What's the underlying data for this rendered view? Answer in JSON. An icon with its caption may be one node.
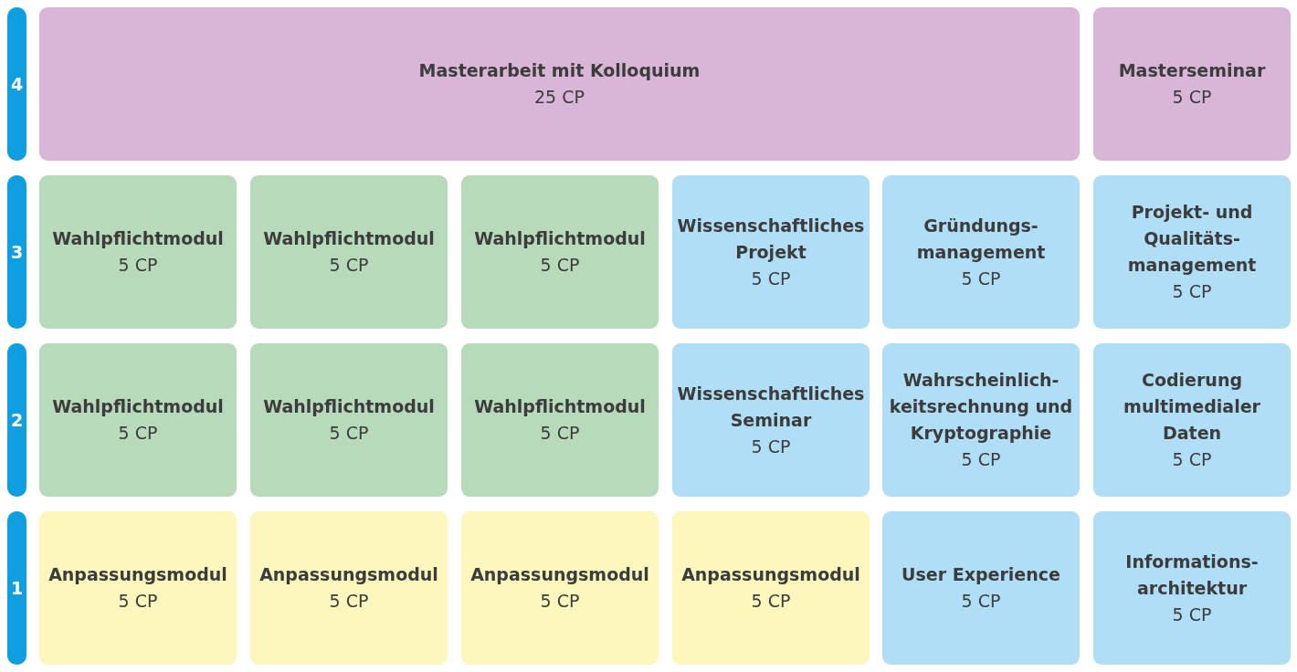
{
  "diagram": {
    "nodes": [
      {
        "text": [
          "4"
        ]
      },
      {
        "text": [
          "Masterarbeit mit Kolloquium",
          "25 CP"
        ]
      },
      {
        "text": [
          "Masterseminar",
          "5 CP"
        ]
      },
      {
        "text": [
          "3"
        ]
      },
      {
        "text": [
          "Wahlpflichtmodul",
          "5 CP"
        ]
      },
      {
        "text": [
          "Wahlpflichtmodul",
          "5 CP"
        ]
      },
      {
        "text": [
          "Wahlpflichtmodul",
          "5 CP"
        ]
      },
      {
        "text": [
          "Wissenschaftliches Projekt",
          "5 CP"
        ]
      },
      {
        "text": [
          "Gründungs- management",
          "5 CP"
        ]
      },
      {
        "text": [
          "Projekt- und Qualitäts- management",
          "5 CP"
        ]
      },
      {
        "text": [
          "2"
        ]
      },
      {
        "text": [
          "Wahlpflichtmodul",
          "5 CP"
        ]
      },
      {
        "text": [
          "Wahlpflichtmodul",
          "5 CP"
        ]
      },
      {
        "text": [
          "Wahlpflichtmodul",
          "5 CP"
        ]
      },
      {
        "text": [
          "Wissenschaftliches Seminar",
          "5 CP"
        ]
      },
      {
        "text": [
          "Wahrscheinlich- keitsrechnung und Kryptographie",
          "5 CP"
        ]
      },
      {
        "text": [
          "Codierung multimedialer Daten",
          "5 CP"
        ]
      },
      {
        "text": [
          "1"
        ]
      },
      {
        "text": [
          "Anpassungsmodul",
          "5 CP"
        ]
      },
      {
        "text": [
          "Anpassungsmodul",
          "5 CP"
        ]
      },
      {
        "text": [
          "Anpassungsmodul",
          "5 CP"
        ]
      },
      {
        "text": [
          "Anpassungsmodul",
          "5 CP"
        ]
      },
      {
        "text": [
          "User Experience",
          "5 CP"
        ]
      },
      {
        "text": [
          "Informations- architektur",
          "5 CP"
        ]
      }
    ]
  }
}
